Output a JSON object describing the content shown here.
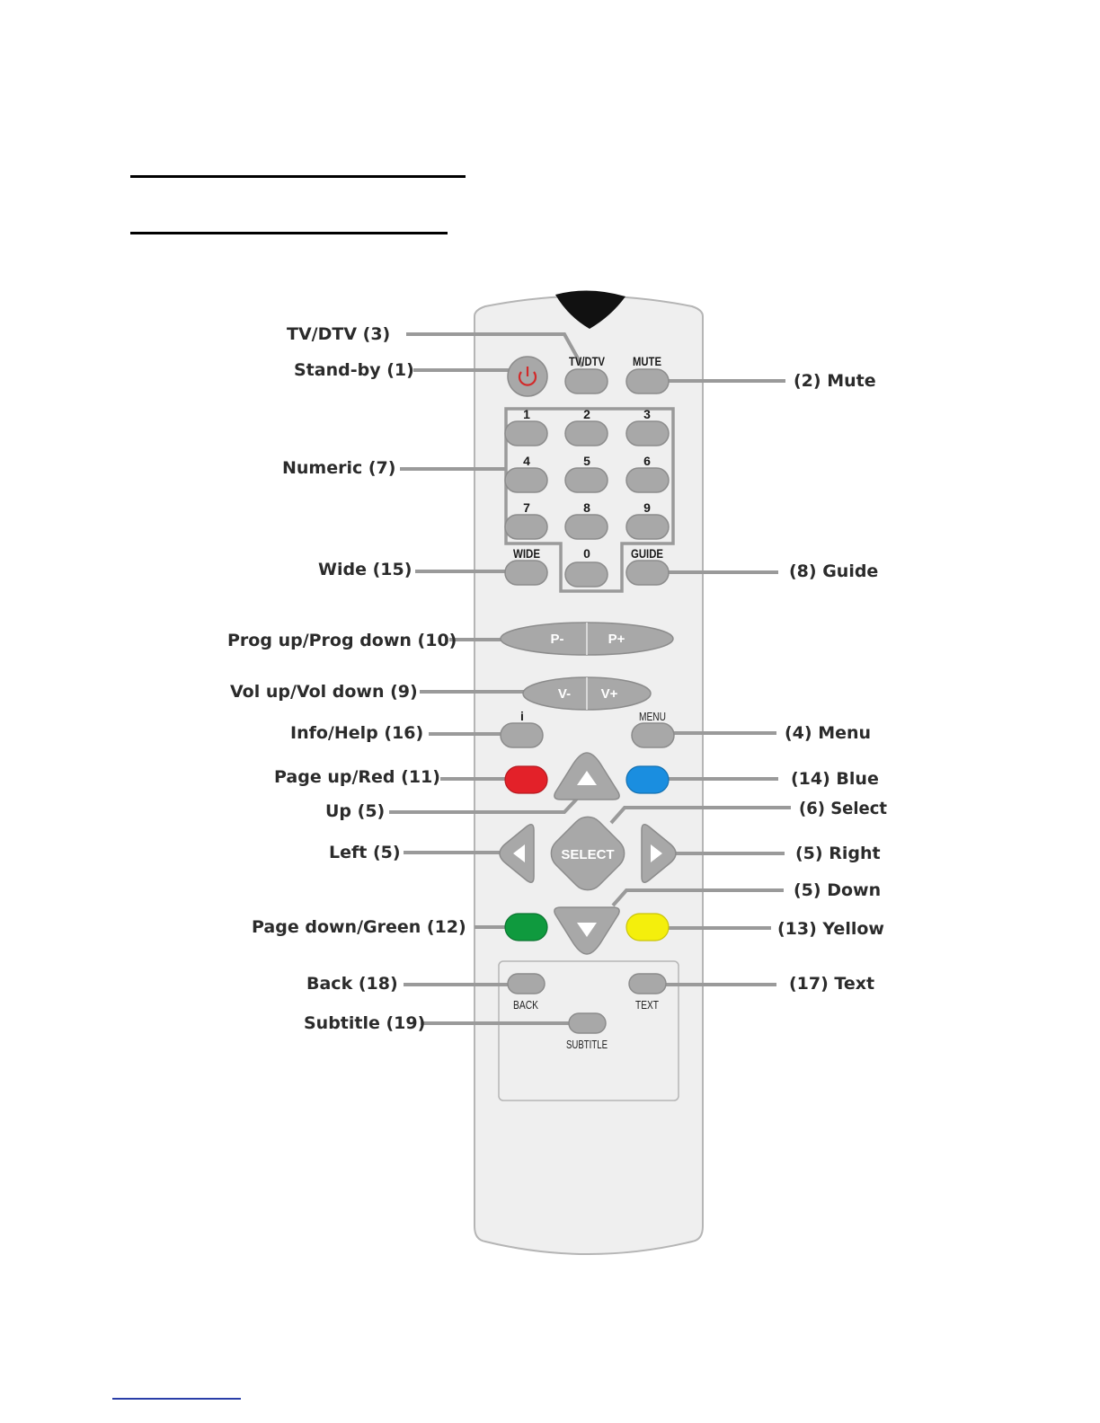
{
  "callouts": {
    "tv_dtv": "TV/DTV  (3)",
    "standby": "Stand-by  (1)",
    "numeric": "Numeric  (7)",
    "wide": "Wide  (15)",
    "prog": "Prog up/Prog down  (10)",
    "vol": "Vol up/Vol down  (9)",
    "info": "Info/Help  (16)",
    "page_up": "Page up/Red (11)",
    "up": "Up  (5)",
    "left": "Left  (5)",
    "page_down": "Page down/Green  (12)",
    "back": "Back  (18)",
    "subtitle": "Subtitle  (19)",
    "mute": "(2)  Mute",
    "guide": "(8)  Guide",
    "menu": "(4)  Menu",
    "blue": "(14)  Blue",
    "select": "(6)  Select",
    "right": "(5)  Right",
    "down": "(5)  Down",
    "yellow": "(13)  Yellow",
    "text": "(17) Text"
  },
  "keys": {
    "tv_dtv": "TV/DTV",
    "mute": "MUTE",
    "numbers": [
      "1",
      "2",
      "3",
      "4",
      "5",
      "6",
      "7",
      "8",
      "9"
    ],
    "wide": "WIDE",
    "zero": "0",
    "guide": "GUIDE",
    "p_minus": "P-",
    "p_plus": "P+",
    "v_minus": "V-",
    "v_plus": "V+",
    "info": "i",
    "menu": "MENU",
    "select": "SELECT",
    "back": "BACK",
    "text": "TEXT",
    "subtitle": "SUBTITLE"
  },
  "icons": {
    "standby": "power-icon",
    "up": "triangle-up-icon",
    "down": "triangle-down-icon",
    "left": "triangle-left-icon",
    "right": "triangle-right-icon"
  },
  "colors": {
    "red": "#e32129",
    "green": "#0f9a3e",
    "yellow": "#f4ef0c",
    "blue": "#1a8ee0",
    "button_gray": "#a8a8a8",
    "body_gray": "#efefef"
  }
}
